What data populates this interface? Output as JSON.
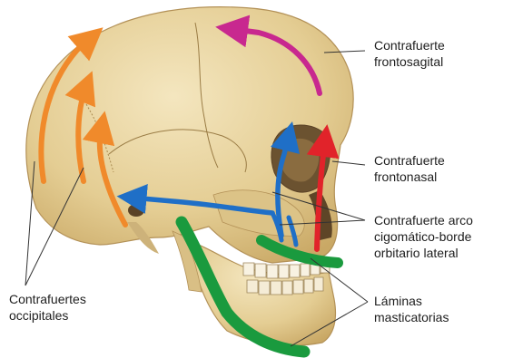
{
  "labels": {
    "frontosagital": [
      "Contrafuerte",
      "frontosagital"
    ],
    "frontonasal": [
      "Contrafuerte",
      "frontonasal"
    ],
    "arco": [
      "Contrafuerte arco",
      "cigomático-borde",
      "orbitario lateral"
    ],
    "laminas": [
      "Láminas",
      "masticatorias"
    ],
    "occipitales": [
      "Contrafuertes",
      "occipitales"
    ]
  },
  "colors": {
    "bone": "#e9d6a3",
    "bone_shadow": "#c9ac6e",
    "magenta": "#c8288f",
    "red": "#e1232a",
    "blue": "#1f6fc7",
    "green": "#1a9a3e",
    "orange": "#f08a2b",
    "leader": "#333333"
  }
}
